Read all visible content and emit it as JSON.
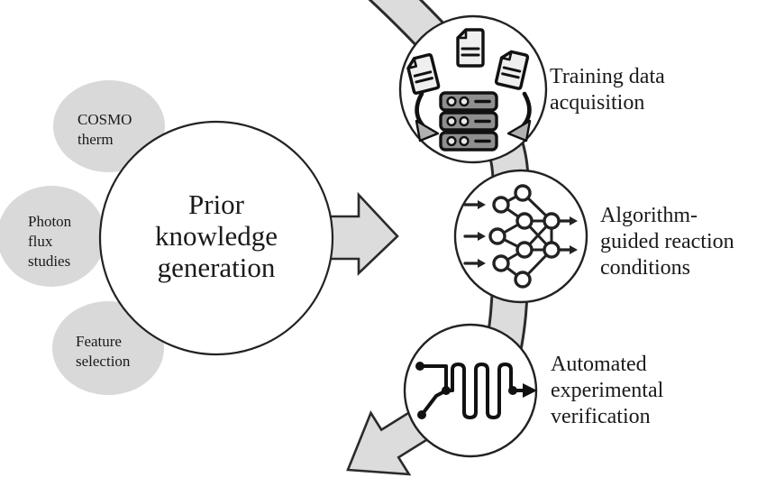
{
  "diagram": {
    "central": {
      "label_lines": [
        "Prior",
        "knowledge",
        "generation"
      ]
    },
    "prior_sources": [
      {
        "id": "cosmo",
        "label_lines": [
          "COSMO",
          "therm"
        ]
      },
      {
        "id": "photon",
        "label_lines": [
          "Photon",
          "flux",
          "studies"
        ]
      },
      {
        "id": "feature",
        "label_lines": [
          "Feature",
          "selection"
        ]
      }
    ],
    "stages": [
      {
        "id": "training",
        "icon": "documents-database-icon",
        "label_lines": [
          "Training data",
          "acquisition"
        ]
      },
      {
        "id": "algorithm",
        "icon": "neural-network-icon",
        "label_lines": [
          "Algorithm-",
          "guided reaction",
          "conditions"
        ]
      },
      {
        "id": "automated",
        "icon": "flow-reactor-icon",
        "label_lines": [
          "Automated",
          "experimental",
          "verification"
        ]
      }
    ],
    "colors": {
      "shape_fill": "#d9d9d9",
      "band_fill": "#dcdcdc",
      "outline": "#2b2b2b",
      "icon_stroke": "#111111",
      "server_fill": "#8f8f8f",
      "text": "#1a1a1a",
      "circle_fill": "#ffffff"
    }
  }
}
